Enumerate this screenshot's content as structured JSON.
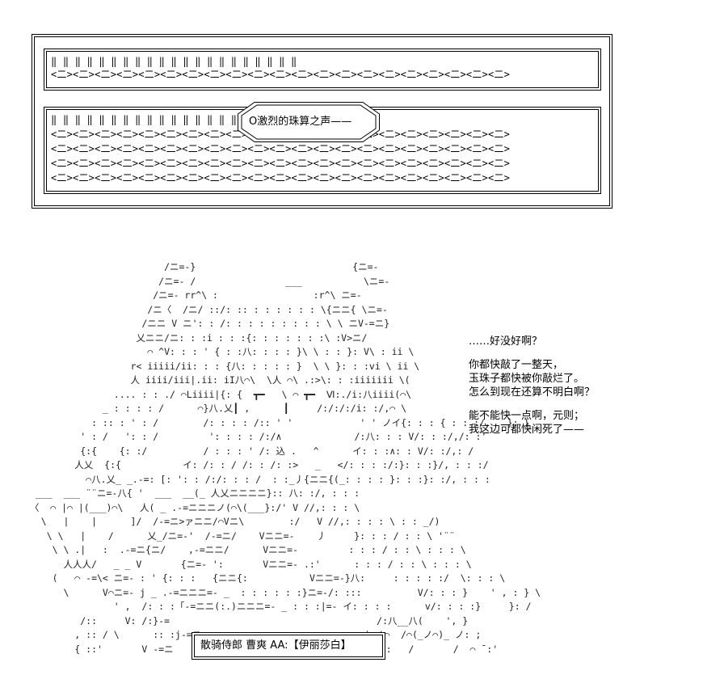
{
  "abacus": {
    "top_rows": [
      "  ‖    ‖    ‖    ‖    ‖    ‖    ‖    ‖    ‖    ‖    ‖    ‖    ‖    ‖    ‖    ‖    ‖    ‖    ‖    ‖    ‖",
      "<二><二><二><二><二><二><二><二><二><二><二><二><二><二><二><二><二><二><二><二><二>"
    ],
    "bottom_rows": [
      "  ‖    ‖    ‖    ‖    ‖    ‖    ‖    ‖    ‖    ‖    ‖    ‖    ‖    ‖    ‖    ‖    ‖    ‖    ‖    ‖    ‖",
      "<二><二><二><二><二><二><二><二><二><二><二><二><二><二><二><二><二><二><二><二><二>",
      "<二><二><二><二><二><二><二><二><二><二><二><二><二><二><二><二><二><二><二><二><二>",
      "<二><二><二><二><二><二><二><二><二><二><二><二><二><二><二><二><二><二><二><二><二>",
      "<二><二><二><二><二><二><二><二><二><二><二><二><二><二><二><二><二><二><二><二><二>"
    ],
    "title": "O激烈的珠算之声——"
  },
  "art_lines": [
    "                         /ニ=-}                            {ニ=-",
    "                        /ニ=- /                ___           \\ニ=-",
    "                       /ニ=- rr^\\ :                 :r^\\ ニ=-",
    "                      /ニ〈  /ニ/ ::/: :: : : : : : : \\{ニニ{ \\ニ=-",
    "                     /ニニ V ニ': : /: : : : : : : : : \\ \\ ニV-=ニ}",
    "                    乂ニニ/ニ: : :i : : :{: : : : : : :\\ :V>ニ/",
    "                      ⌒ ^V: : : ' { : :八: : : : }\\ \\ : : }: V\\ : ii \\",
    "                   r< iiiii/ii: : : {八: : : : : }  \\ \\ }: : :vi \\ ii \\",
    "                   人 iiii/iii|.ii: iI八⌒\\  \\人 ⌒\\ .:>\\: : :iiiiiii \\(",
    "                .... : : ./ ⌒Liiii|{: {  ┳━   \\ ⌒ ┳━  Ⅵ:./i:八iiii(⌒\\",
    "              _ : : : : /      ⌒}八.乂┃ ,      ┃     /:/:/:/i: :/,⌒ \\",
    "            : :: : ' : /        /: : : : /:: ' '            ' ' ノイ{: : : { : : :/,   }: }",
    "          ' : /   ': : /         ': : : : /:/∧             /:八: : : V/: : :/,/: :'",
    "          {:{    {: :/          / : : : ' /: 込 .   ^      イ: : :∧: : V/: :/,: /",
    "         人乂  {:{           イ: /: : / /: : /: :>   _   </: : : :/:}: : :}/, : : :/",
    "           ⌒八.乂_ _.-=: [: ': : /:/: : : /  : :_丿{ニニ{(_: : : : }: : :}: :/, : : :",
    "  ___  ___ ¨¨ニ=-八{ '  ___  __(_ 人乂ニニニニ}:: 八: :/, : : :",
    " 〈  ⌒ |⌒ |(___)⌒\\   人( _ .-=ニニニノ(⌒\\(___}:/' V //,: : : \\",
    "   \\   |    |      ]/  /-=ニ>ァニニ/⌒Vニ\\        :/   V //,: : : : \\ : : _/)",
    "    \\ \\   |    /      乂_/ニ=-'  /-=ニ/    Vニニ=-    丿     }: : : / : : \\ '¨¨",
    "     \\ \\ .|   :  .-=ニ{ニ/    ,-=ニニ/      Vニニ=-         : : : / : : \\ : : : \\",
    "       人人人/   _ _ V       {ニ=- ':       Vニニ=- .:'      : : : / : : \\ : : : \\",
    "     (   ⌒ -=\\< ニ=- : ' {: : :   {ニニ{:           Vニニ=-}八:     : : : : :/  \\: : : \\",
    "       \\      V⌒ニ=- j _ .-=ニニニ=- _  : : : : : :}ニ=-/: :::          V/: : : }    ' , : } \\ : :",
    "                ' ,  /: : :「-=ニニ(:.)ニニニ=- _ : : :|=- イ: : : :      v/: : : :}     }: /     \\",
    "          /::     V: /:}-=                                     /:八__八(    ', }",
    "         , :: / \\      :: :j-=ニ                             ト-'⌒  /⌒(_ノ⌒)_ ノ: ;",
    "         { ::'       V -=ニ                                |  |: :   /       /  ⌒ ̄ :'"
  ],
  "dialogue": {
    "line1": "……好没好啊？",
    "line2": "你都快敲了一整天，\n玉珠子都快被你敲烂了。\n怎么到现在还算不明白啊？",
    "line3": "能不能快一点啊，元则；\n我这边可都快闲死了——"
  },
  "credit": "散骑侍郎 曹爽 AA:【伊丽莎白】"
}
